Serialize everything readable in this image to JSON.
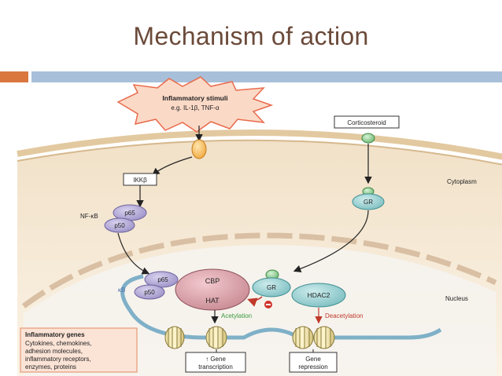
{
  "slide": {
    "title": "Mechanism of action",
    "colors": {
      "title": "#6b4a3a",
      "accent_orange": "#d9773f",
      "accent_blue": "#a8bfd9"
    }
  },
  "diagram": {
    "stimuli_title": "Inflammatory stimuli",
    "stimuli_examples": "e.g. IL-1β, TNF-α",
    "corticosteroid": "Corticosteroid",
    "ikk": "IKKβ",
    "nfkb": "NF-κB",
    "p65": "p65",
    "p50": "p50",
    "kb": "κB",
    "gr": "GR",
    "cbp": "CBP",
    "hat": "HAT",
    "hdac2": "HDAC2",
    "cytoplasm": "Cytoplasm",
    "nucleus": "Nucleus",
    "acetylation": "Acetylation",
    "deacetylation": "Deacetylation",
    "inflammatory_genes_title": "Inflammatory genes",
    "inflammatory_genes_lines": [
      "Cytokines, chemokines,",
      "adhesion molecules,",
      "inflammatory receptors,",
      "enzymes, proteins"
    ],
    "gene_transcription_1": "↑ Gene",
    "gene_transcription_2": "transcription",
    "gene_repression_1": "Gene",
    "gene_repression_2": "repression"
  }
}
